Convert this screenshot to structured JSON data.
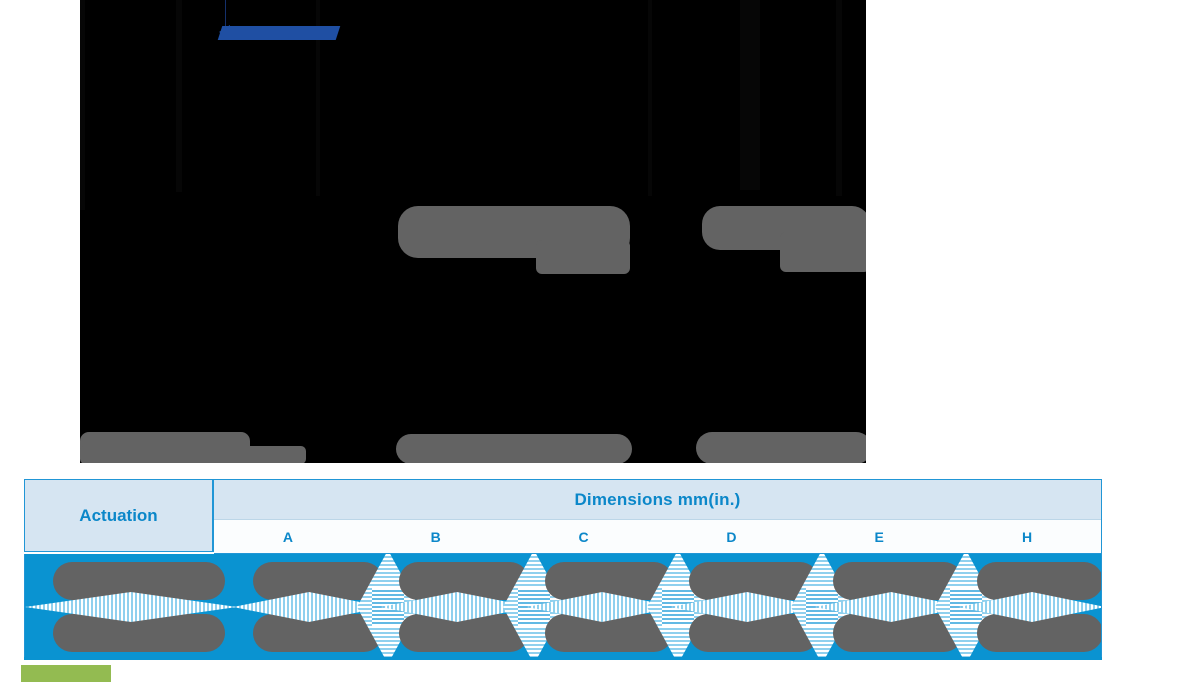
{
  "drawing": {
    "name": "product-technical-drawing",
    "state": "redacted",
    "background_color": "#000000",
    "leader_arrow_color": "#1F4FA3",
    "redaction_color": "#636363"
  },
  "table": {
    "actuation_header": "Actuation",
    "dimensions_header": "Dimensions   mm(in.)",
    "columns": [
      "A",
      "B",
      "C",
      "D",
      "E",
      "H"
    ],
    "rows": [
      {
        "actuation": "",
        "A": "",
        "B": "",
        "C": "",
        "D": "",
        "E": "",
        "H": "",
        "state": "redacted"
      }
    ],
    "header_bg": "#d6e5f2",
    "header_text_color": "#0b87c9",
    "subheader_bg": "#fbfdfe",
    "row_bg": "#0a93d1",
    "border_color": "#2196d6"
  },
  "accents": {
    "underline_color": "#0a93d1",
    "green_tag_color": "#93bb51"
  }
}
